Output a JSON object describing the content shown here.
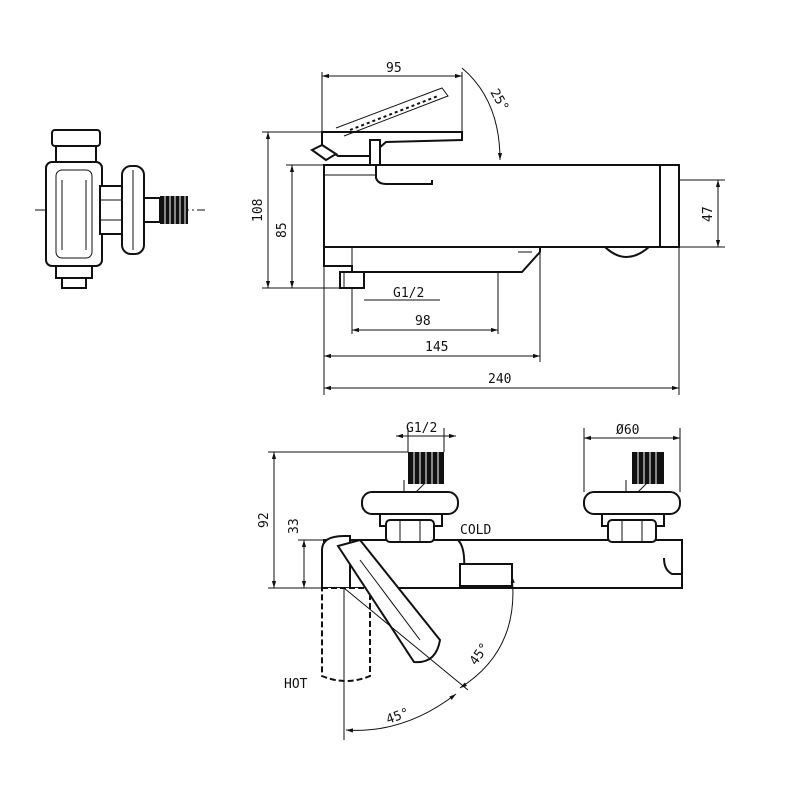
{
  "labels": {
    "dim_95": "95",
    "angle_25": "25°",
    "dim_108": "108",
    "dim_85": "85",
    "dim_47": "47",
    "thread_g12_side": "G1/2",
    "dim_98": "98",
    "dim_145": "145",
    "dim_240": "240",
    "thread_g12_top": "G1/2",
    "dia_60": "Ø60",
    "dim_92": "92",
    "dim_33": "33",
    "cold": "COLD",
    "hot": "HOT",
    "angle_45_right": "45°",
    "angle_45_bottom": "45°"
  },
  "icons": {
    "arrow": "arrowhead-icon"
  }
}
